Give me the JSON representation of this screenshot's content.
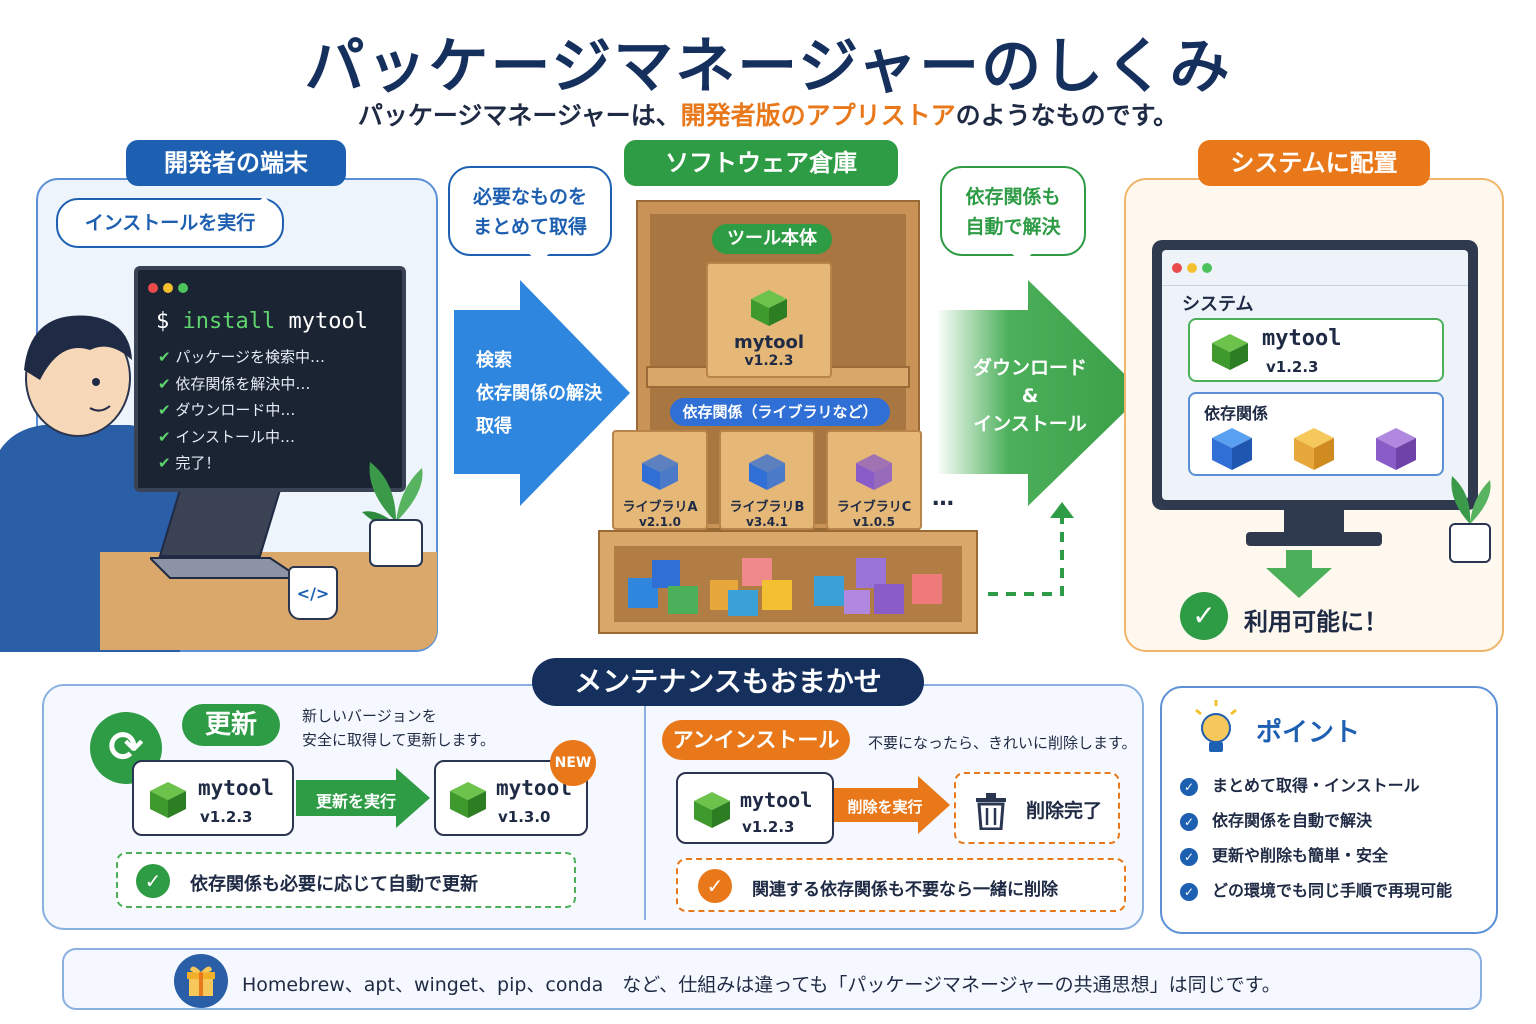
{
  "title": "パッケージマネージャーのしくみ",
  "subtitle": {
    "pre": "パッケージマネージャーは、",
    "highlight": "開発者版のアプリストア",
    "post": "のようなものです。"
  },
  "developer": {
    "header": "開発者の端末",
    "bubble": "インストールを実行",
    "terminal": {
      "prompt": "$",
      "command": "install",
      "arg": "mytool",
      "lines": [
        "パッケージを検索中…",
        "依存関係を解決中…",
        "ダウンロード中…",
        "インストール中…",
        "完了！"
      ]
    },
    "mug_label": "</>"
  },
  "arrow1": {
    "bubble_line1": "必要なものを",
    "bubble_line2": "まとめて取得",
    "lines": [
      "検索",
      "依存関係の解決",
      "取得"
    ]
  },
  "warehouse": {
    "header": "ソフトウェア倉庫",
    "tool_label": "ツール本体",
    "tool_name": "mytool",
    "tool_version": "v1.2.3",
    "deps_label": "依存関係（ライブラリなど）",
    "libs": [
      {
        "name": "ライブラリA",
        "version": "v2.1.0",
        "color": "#2f6fd6"
      },
      {
        "name": "ライブラリB",
        "version": "v3.4.1",
        "color": "#2f6fd6"
      },
      {
        "name": "ライブラリC",
        "version": "v1.0.5",
        "color": "#8a5cc7"
      }
    ],
    "ellipsis": "…"
  },
  "arrow2": {
    "bubble_line1": "依存関係も",
    "bubble_line2": "自動で解決",
    "line1": "ダウンロード",
    "line2": "&",
    "line3": "インストール"
  },
  "system": {
    "header": "システムに配置",
    "screen_label": "システム",
    "tool_name": "mytool",
    "tool_version": "v1.2.3",
    "deps_label": "依存関係",
    "result": "利用可能に！"
  },
  "maintenance": {
    "header": "メンテナンスもおまかせ",
    "update": {
      "label": "更新",
      "desc_line1": "新しいバージョンを",
      "desc_line2": "安全に取得して更新します。",
      "from_name": "mytool",
      "from_version": "v1.2.3",
      "action": "更新を実行",
      "to_name": "mytool",
      "to_version": "v1.3.0",
      "badge": "NEW",
      "note": "依存関係も必要に応じて自動で更新"
    },
    "uninstall": {
      "label": "アンインストール",
      "desc": "不要になったら、きれいに削除します。",
      "from_name": "mytool",
      "from_version": "v1.2.3",
      "action": "削除を実行",
      "result": "削除完了",
      "note": "関連する依存関係も不要なら一緒に削除"
    }
  },
  "points": {
    "header": "ポイント",
    "items": [
      "まとめて取得・インストール",
      "依存関係を自動で解決",
      "更新や削除も簡単・安全",
      "どの環境でも同じ手順で再現可能"
    ]
  },
  "footer": {
    "text": "Homebrew、apt、winget、pip、conda　など、仕組みは違っても「パッケージマネージャーの共通思想」は同じです。"
  },
  "colors": {
    "blue": "#1d5fb0",
    "green": "#2e9b45",
    "orange": "#e8781a",
    "navy": "#16305e"
  }
}
